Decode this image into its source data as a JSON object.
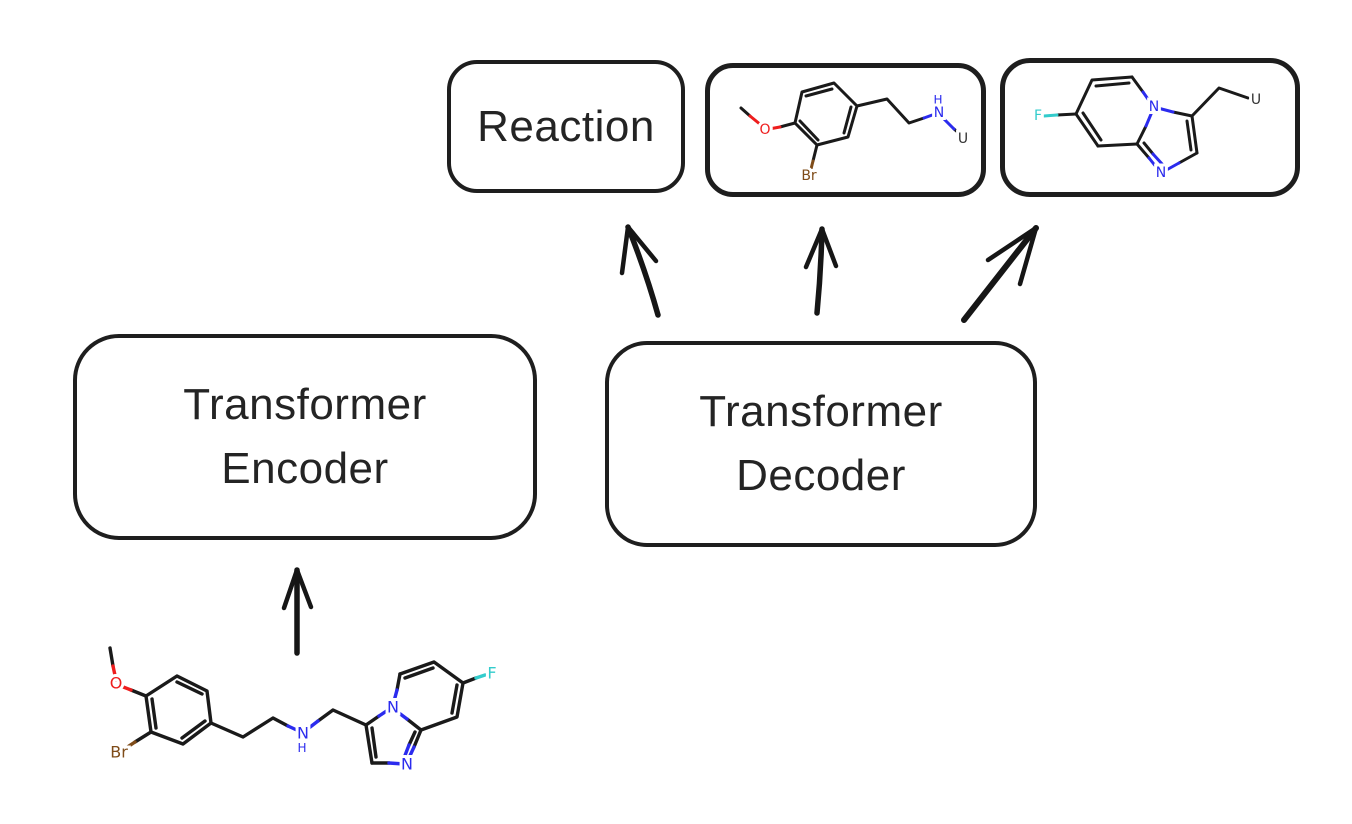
{
  "figure": {
    "background": "#ffffff",
    "box_border_color": "#1e1e1e",
    "arrow_color": "#161616",
    "text_color": "#242424"
  },
  "boxes": {
    "reaction": {
      "label": "Reaction"
    },
    "encoder": {
      "line1": "Transformer",
      "line2": "Encoder"
    },
    "decoder": {
      "line1": "Transformer",
      "line2": "Decoder"
    }
  },
  "edges": [
    {
      "from": "input-molecule",
      "to": "transformer-encoder"
    },
    {
      "from": "transformer-decoder",
      "to": "reaction-box"
    },
    {
      "from": "transformer-decoder",
      "to": "product-fragment-1"
    },
    {
      "from": "transformer-decoder",
      "to": "product-fragment-2"
    }
  ],
  "atom_labels": {
    "oxygen": "O",
    "bromine": "Br",
    "nitrogen": "N",
    "hydrogen": "H",
    "fluorine": "F",
    "attachment": "U"
  },
  "atom_colors": {
    "oxygen": "#ee1d1d",
    "bromine": "#7f4c19",
    "nitrogen": "#2b2bee",
    "fluorine": "#33cccc",
    "carbon": "#1a1a1a",
    "attachment": "#333333"
  },
  "molecules": {
    "input": {
      "description": "bromo-methoxyphenethyl amine linked to fluoro-imidazopyridine (full molecule, encoder input)"
    },
    "fragment1": {
      "description": "bromo-methoxyphenethyl amine fragment with U attachment"
    },
    "fragment2": {
      "description": "fluoro-imidazopyridinyl-methyl fragment with U attachment"
    }
  }
}
